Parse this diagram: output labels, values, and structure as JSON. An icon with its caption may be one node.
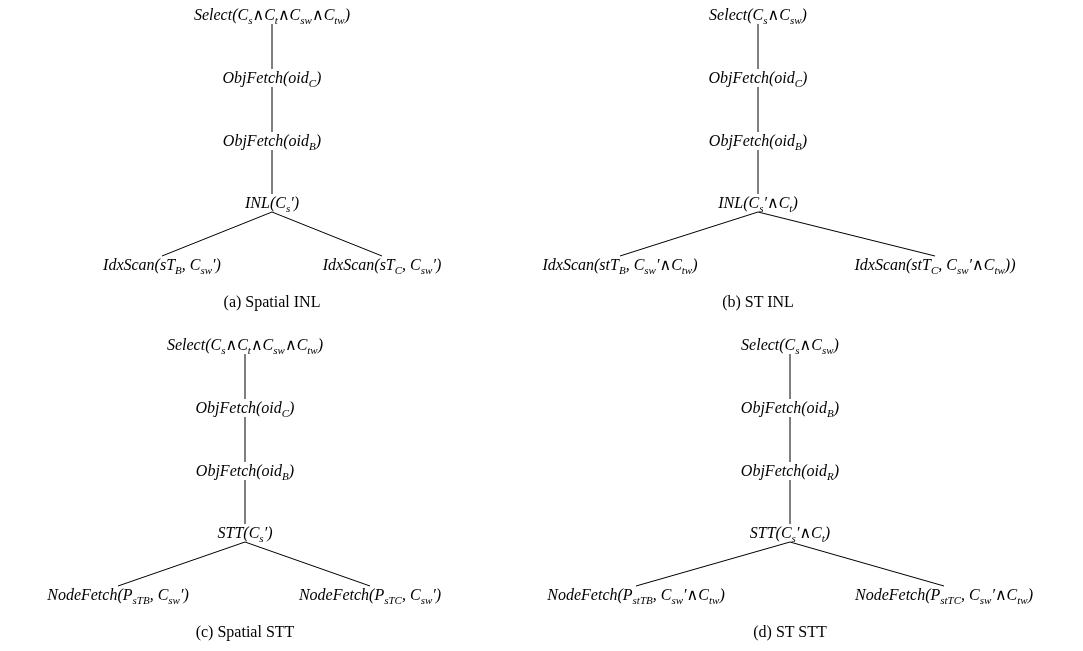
{
  "diagram": {
    "nodes": [
      {
        "text": [
          "Select(C$_{s}$∧C$_{t}$∧C$_{sw}$∧C$_{tw}$)"
        ]
      },
      {
        "text": [
          "ObjFetch(oid$_{C}$)"
        ]
      },
      {
        "text": [
          "ObjFetch(oid$_{B}$)"
        ]
      },
      {
        "text": [
          "INL(C$_{s}$′)"
        ]
      },
      {
        "text": [
          "IdxScan(sT$_{B}$, C$_{sw}$′)"
        ]
      },
      {
        "text": [
          "IdxScan(sT$_{C}$, C$_{sw}$′)"
        ]
      },
      {
        "text": [
          "Select(C$_{s}$∧C$_{sw}$)"
        ]
      },
      {
        "text": [
          "ObjFetch(oid$_{C}$)"
        ]
      },
      {
        "text": [
          "ObjFetch(oid$_{B}$)"
        ]
      },
      {
        "text": [
          "INL(C$_{s}$′∧C$_{t}$)"
        ]
      },
      {
        "text": [
          "IdxScan(stT$_{B}$, C$_{sw}$′∧C$_{tw}$)"
        ]
      },
      {
        "text": [
          "IdxScan(stT$_{C}$, C$_{sw}$′∧C$_{tw}$))"
        ]
      },
      {
        "text": [
          "Select(C$_{s}$∧C$_{t}$∧C$_{sw}$∧C$_{tw}$)"
        ]
      },
      {
        "text": [
          "ObjFetch(oid$_{C}$)"
        ]
      },
      {
        "text": [
          "ObjFetch(oid$_{B}$)"
        ]
      },
      {
        "text": [
          "STT(C$_{s}$′)"
        ]
      },
      {
        "text": [
          "NodeFetch(P$_{sT}$$_{B}$, C$_{sw}$′)"
        ]
      },
      {
        "text": [
          "NodeFetch(P$_{sT}$$_{C}$, C$_{sw}$′)"
        ]
      },
      {
        "text": [
          "Select(C$_{s}$∧C$_{sw}$)"
        ]
      },
      {
        "text": [
          "ObjFetch(oid$_{B}$)"
        ]
      },
      {
        "text": [
          "ObjFetch(oid$_{R}$)"
        ]
      },
      {
        "text": [
          "STT(C$_{s}$′∧C$_{t}$)"
        ]
      },
      {
        "text": [
          "NodeFetch(P$_{stT}$$_{B}$, C$_{sw}$′∧C$_{tw}$)"
        ]
      },
      {
        "text": [
          "NodeFetch(P$_{stT}$$_{C}$, C$_{sw}$′∧C$_{tw}$)"
        ]
      }
    ],
    "edges": [
      {
        "from": 0,
        "to": 1,
        "arrow": "none"
      },
      {
        "from": 1,
        "to": 2,
        "arrow": "none"
      },
      {
        "from": 2,
        "to": 3,
        "arrow": "none"
      },
      {
        "from": 3,
        "to": 4,
        "arrow": "none"
      },
      {
        "from": 3,
        "to": 5,
        "arrow": "none"
      },
      {
        "from": 6,
        "to": 7,
        "arrow": "none"
      },
      {
        "from": 7,
        "to": 8,
        "arrow": "none"
      },
      {
        "from": 8,
        "to": 9,
        "arrow": "none"
      },
      {
        "from": 9,
        "to": 10,
        "arrow": "none"
      },
      {
        "from": 9,
        "to": 11,
        "arrow": "none"
      },
      {
        "from": 12,
        "to": 13,
        "arrow": "none"
      },
      {
        "from": 13,
        "to": 14,
        "arrow": "none"
      },
      {
        "from": 14,
        "to": 15,
        "arrow": "none"
      },
      {
        "from": 15,
        "to": 16,
        "arrow": "none"
      },
      {
        "from": 15,
        "to": 17,
        "arrow": "none"
      },
      {
        "from": 18,
        "to": 19,
        "arrow": "none"
      },
      {
        "from": 19,
        "to": 20,
        "arrow": "none"
      },
      {
        "from": 20,
        "to": 21,
        "arrow": "none"
      },
      {
        "from": 21,
        "to": 22,
        "arrow": "none"
      },
      {
        "from": 21,
        "to": 23,
        "arrow": "none"
      }
    ],
    "labels": [
      "(a) Spatial INL",
      "(b) ST INL",
      "(c) Spatial STT",
      "(d) ST STT"
    ]
  }
}
